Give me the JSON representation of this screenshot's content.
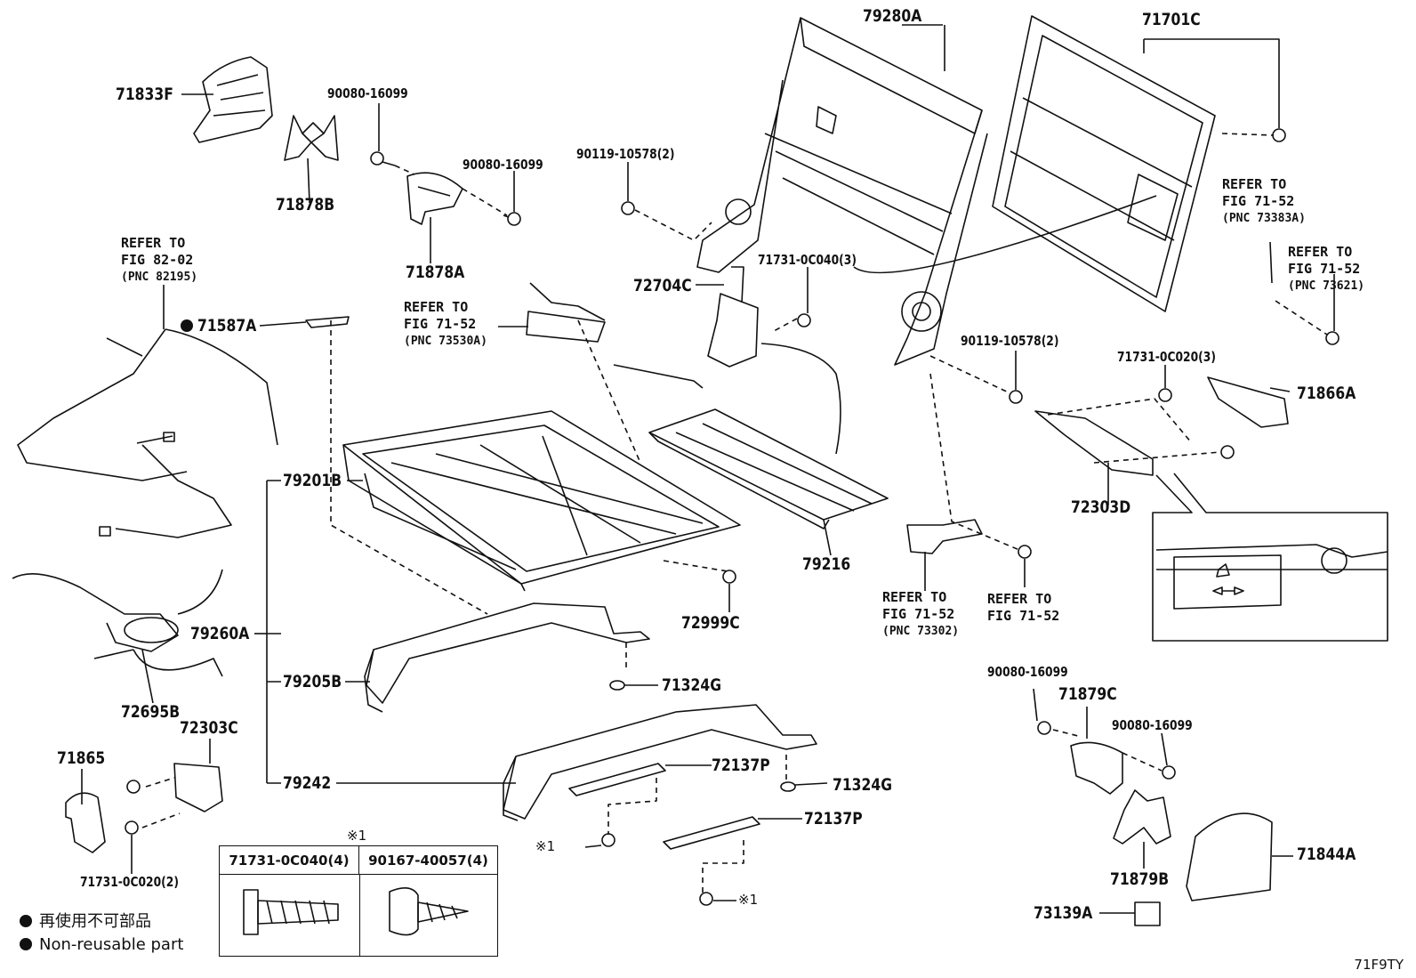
{
  "parts": {
    "p71833F": "71833F",
    "p90080_16099_a": "90080-16099",
    "p71878B": "71878B",
    "p90080_16099_b": "90080-16099",
    "p71878A": "71878A",
    "p90119_10578_a": "90119-10578(2)",
    "p79280A": "79280A",
    "p71701C": "71701C",
    "p71587A": "71587A",
    "p72704C": "72704C",
    "p71731_0C040": "71731-0C040(3)",
    "p90119_10578_b": "90119-10578(2)",
    "p71731_0C020_a": "71731-0C020(3)",
    "p71866A": "71866A",
    "p79201B": "79201B",
    "p72303D": "72303D",
    "p79216": "79216",
    "p79260A": "79260A",
    "p72999C": "72999C",
    "p72695B": "72695B",
    "p79205B": "79205B",
    "p71324G_a": "71324G",
    "p72303C": "72303C",
    "p71865": "71865",
    "p79242": "79242",
    "p72137P_a": "72137P",
    "p71324G_b": "71324G",
    "p72137P_b": "72137P",
    "p71731_0C020_b": "71731-0C020(2)",
    "p90080_16099_c": "90080-16099",
    "p71879C": "71879C",
    "p90080_16099_d": "90080-16099",
    "p71844A": "71844A",
    "p71879B": "71879B",
    "p73139A": "73139A"
  },
  "refs": {
    "r82_l1": "REFER TO",
    "r82_l2": "FIG 82-02",
    "r82_l3": "(PNC 82195)",
    "r7153_l1": "REFER TO",
    "r7153_l2": "FIG 71-52",
    "r7153_l3": "(PNC 73530A)",
    "r7338_l1": "REFER TO",
    "r7338_l2": "FIG 71-52",
    "r7338_l3": "(PNC 73383A)",
    "r7362_l1": "REFER TO",
    "r7362_l2": "FIG 71-52",
    "r7362_l3": "(PNC 73621)",
    "r7330_l1": "REFER TO",
    "r7330_l2": "FIG 71-52",
    "r7330_l3": "(PNC 73302)",
    "r71_l1": "REFER TO",
    "r71_l2": "FIG 71-52"
  },
  "marks": {
    "note_symbol": "※1",
    "note_a": "※1",
    "note_b": "※1"
  },
  "table": {
    "col1": "71731-0C040(4)",
    "col2": "90167-40057(4)"
  },
  "legend": {
    "line1": "再使用不可部品",
    "line2": "Non-reusable part"
  },
  "figure_code": "71F9TY"
}
